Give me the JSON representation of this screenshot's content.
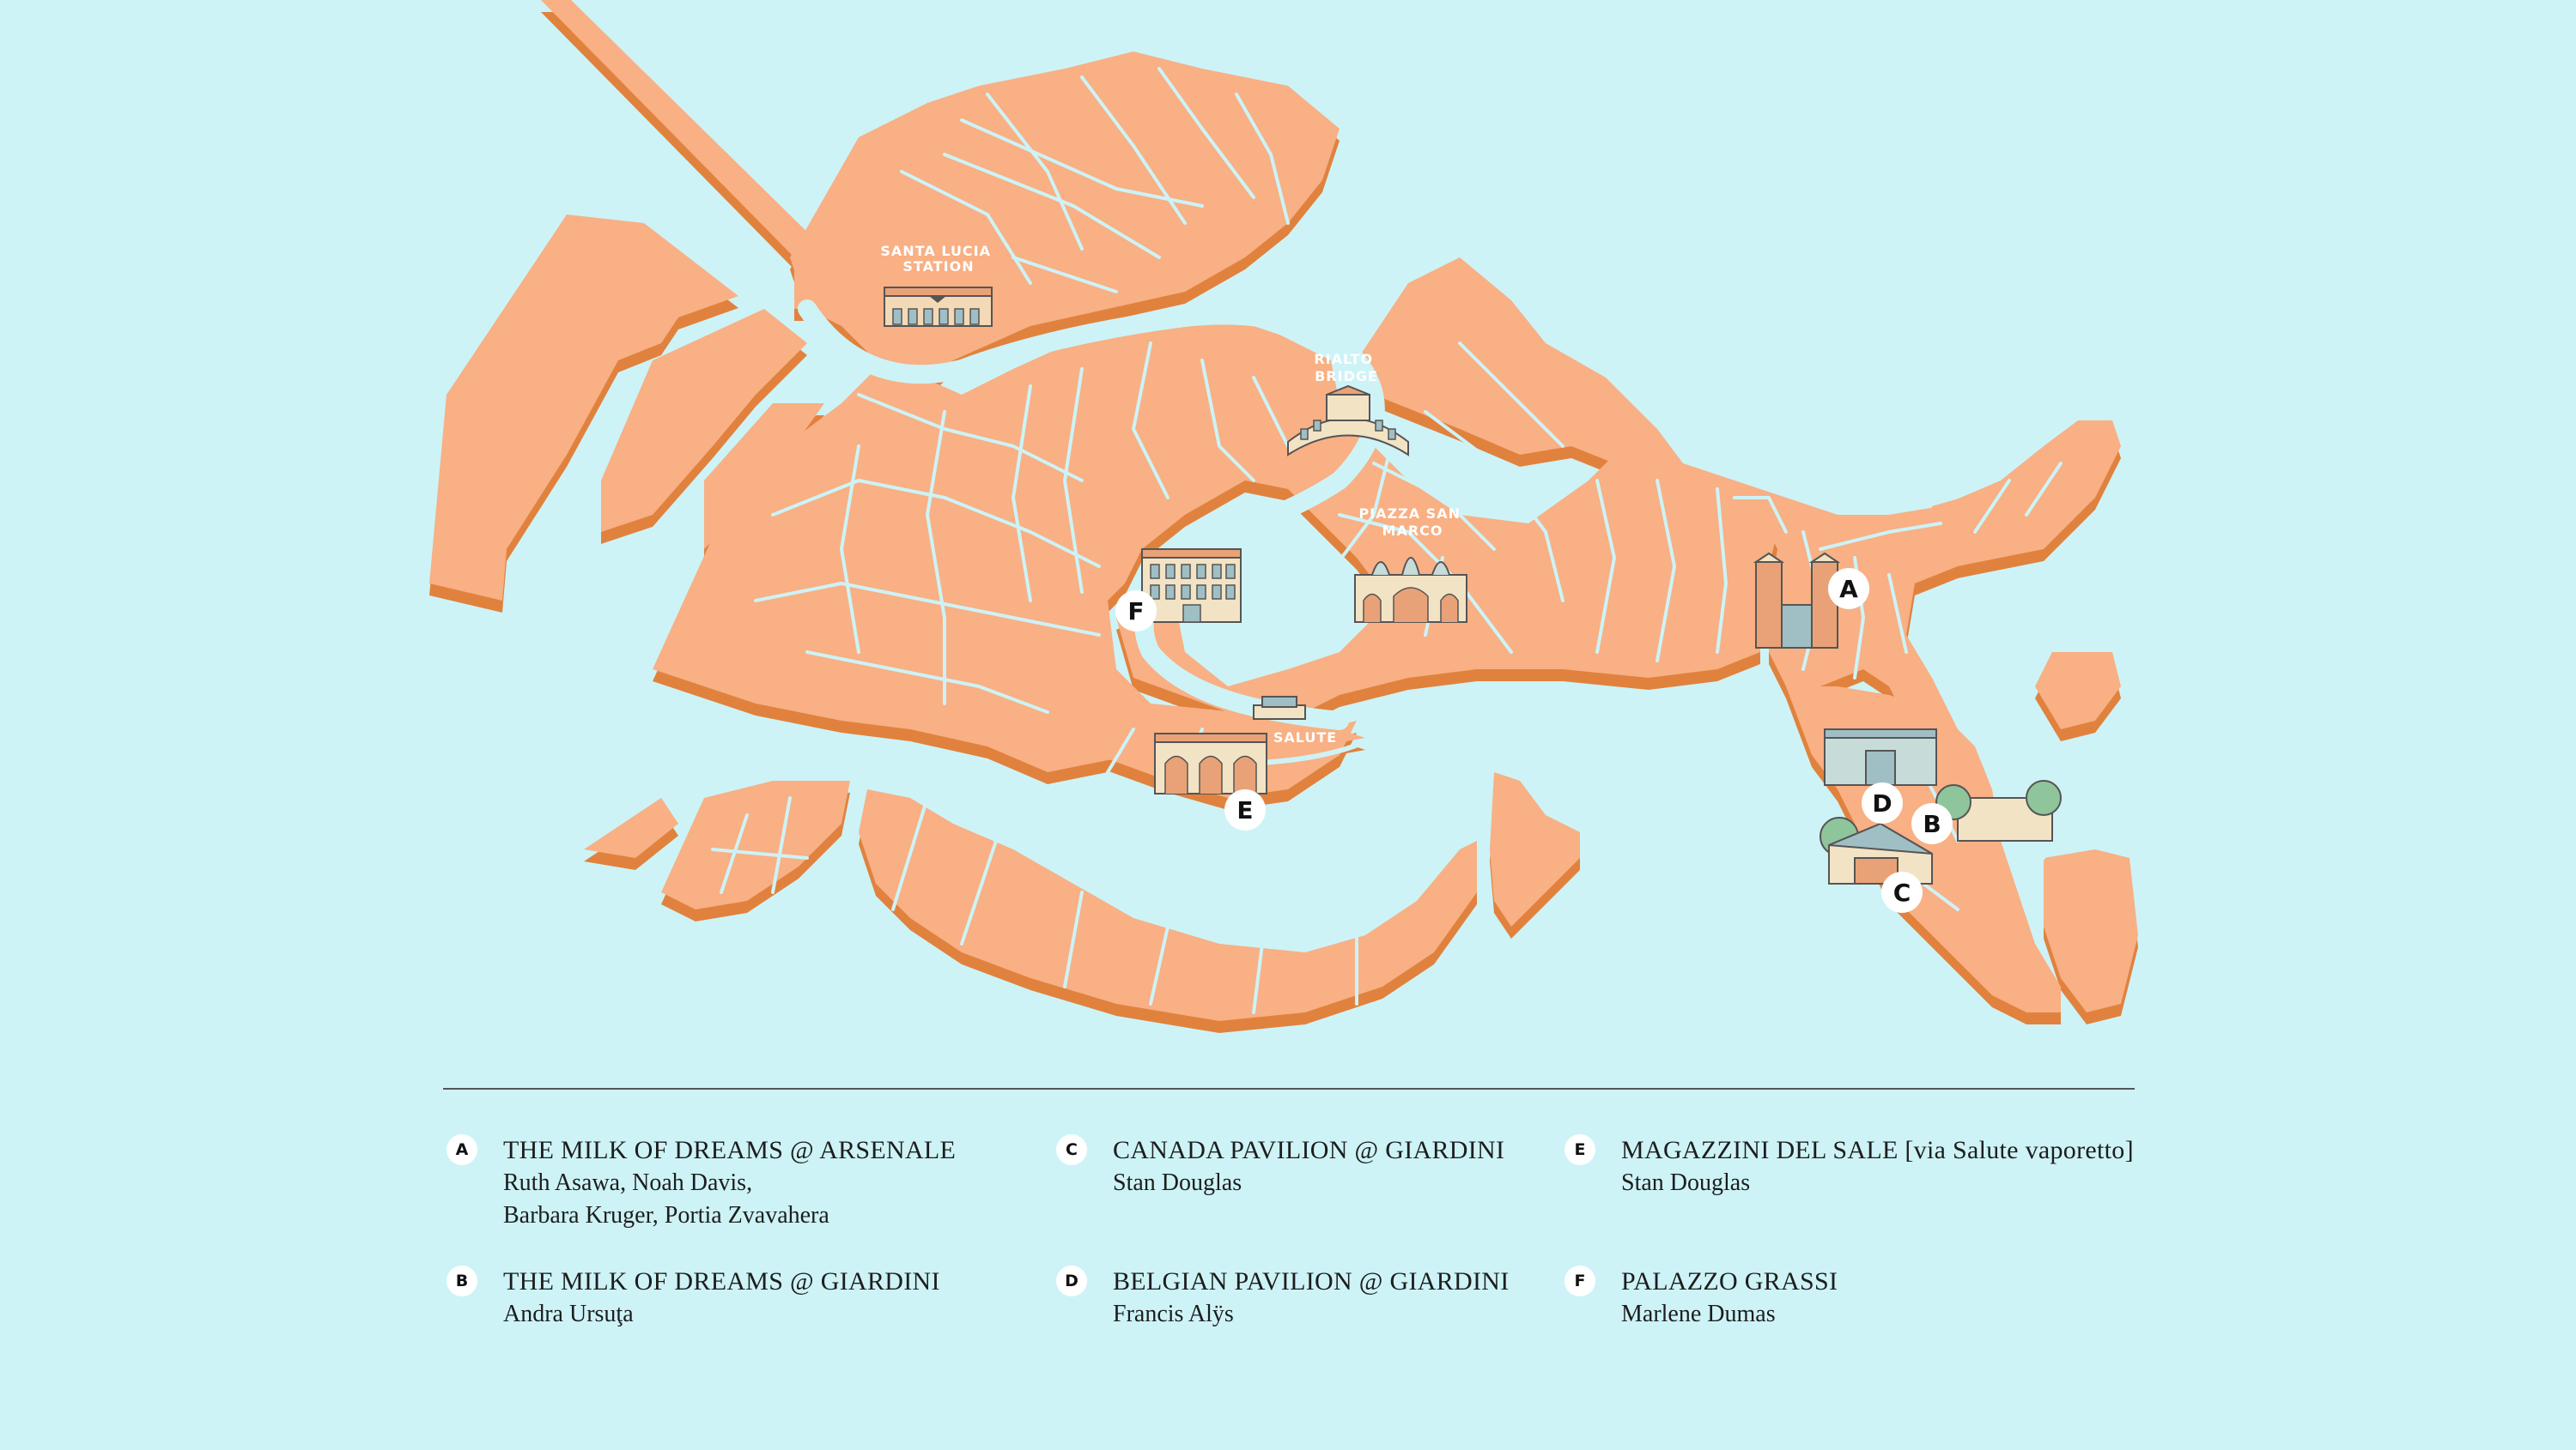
{
  "map": {
    "places": {
      "station": "SANTA LUCIA|STATION",
      "rialto": "RIALTO|BRIDGE",
      "piazza": "PIAZZA SAN|MARCO",
      "salute": "SALUTE"
    },
    "pins": [
      "A",
      "B",
      "C",
      "D",
      "E",
      "F"
    ],
    "colors": {
      "water": "#cdf3f7",
      "land": "#f8b084",
      "land_edge": "#e0823e",
      "canal": "#cdf3f7"
    }
  },
  "legend": [
    {
      "letter": "A",
      "title": "THE MILK OF DREAMS @ ARSENALE",
      "lines": [
        "Ruth Asawa, Noah Davis,",
        "Barbara Kruger, Portia Zvavahera"
      ]
    },
    {
      "letter": "B",
      "title": "THE MILK OF DREAMS @ GIARDINI",
      "lines": [
        "Andra Ursuţa"
      ]
    },
    {
      "letter": "C",
      "title": "CANADA PAVILION @ GIARDINI",
      "lines": [
        "Stan Douglas"
      ]
    },
    {
      "letter": "D",
      "title": "BELGIAN PAVILION @ GIARDINI",
      "lines": [
        "Francis Alÿs"
      ]
    },
    {
      "letter": "E",
      "title": "MAGAZZINI DEL SALE [via Salute vaporetto]",
      "lines": [
        "Stan Douglas"
      ]
    },
    {
      "letter": "F",
      "title": "PALAZZO GRASSI",
      "lines": [
        "Marlene Dumas"
      ]
    }
  ]
}
